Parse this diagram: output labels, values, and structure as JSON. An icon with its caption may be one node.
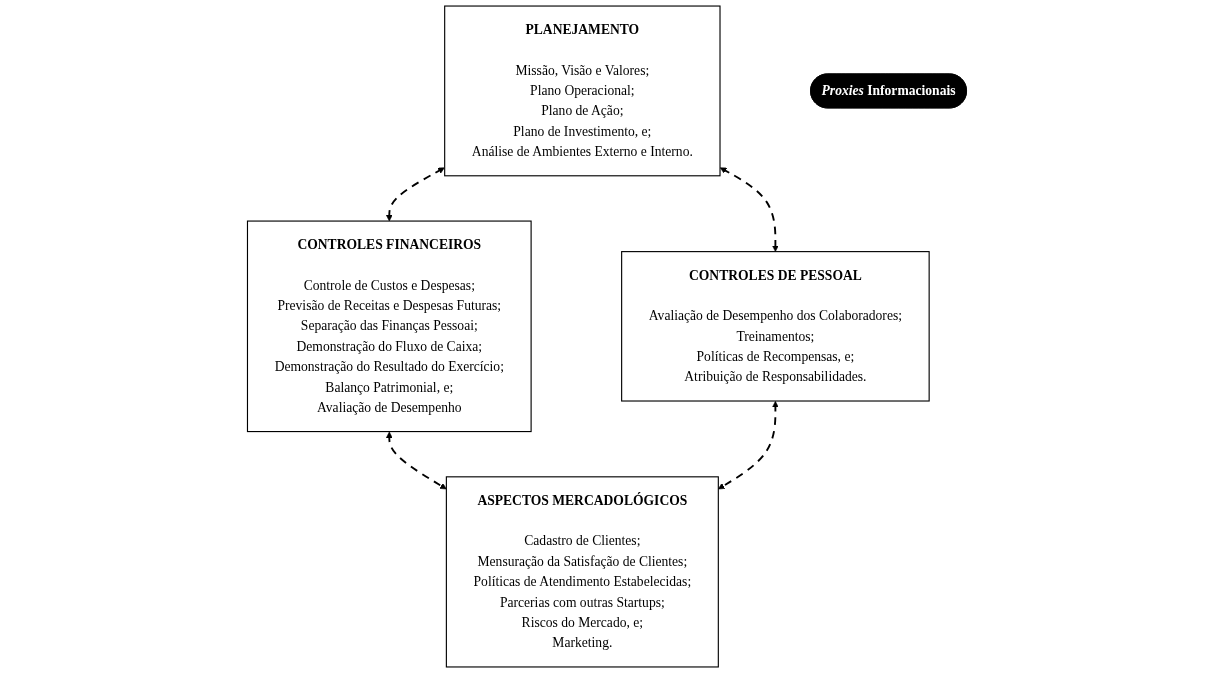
{
  "diagram": {
    "nodes": [
      {
        "text": [
          "PLANEJAMENTO",
          "Missão, Visão e Valores;",
          "Plano Operacional;",
          "Plano de Ação;",
          "Plano de Investimento, e;",
          "Análise de Ambientes Externo e Interno."
        ]
      },
      {
        "text": [
          "CONTROLES FINANCEIROS",
          "Controle de Custos e Despesas;",
          "Previsão de Receitas e Despesas Futuras;",
          "Separação das Finanças Pessoai;",
          "Demonstração do Fluxo de Caixa;",
          "Demonstração do Resultado do Exercício;",
          "Balanço Patrimonial, e;",
          "Avaliação de Desempenho"
        ]
      },
      {
        "text": [
          "*Proxies* Informacionais"
        ]
      },
      {
        "text": [
          "CONTROLES DE PESSOAL",
          "Avaliação de Desempenho dos Colaboradores;",
          "Treinamentos;",
          "Políticas de Recompensas, e;",
          "Atribuição de Responsabilidades."
        ]
      },
      {
        "text": [
          "ASPECTOS MERCADOLÓGICOS",
          "Cadastro de Clientes;",
          "Mensuração da Satisfação de Clientes;",
          "Políticas de Atendimento Estabelecidas;",
          "Parcerias com outras Startups;",
          "Riscos do Mercado, e;",
          "Marketing."
        ]
      }
    ],
    "edges": [
      {
        "from": 0,
        "to": 1,
        "arrow": "both",
        "style": "dashed"
      },
      {
        "from": 0,
        "to": 3,
        "arrow": "both",
        "style": "dashed"
      },
      {
        "from": 1,
        "to": 4,
        "arrow": "both",
        "style": "dashed"
      },
      {
        "from": 3,
        "to": 4,
        "arrow": "both",
        "style": "dashed"
      }
    ]
  }
}
